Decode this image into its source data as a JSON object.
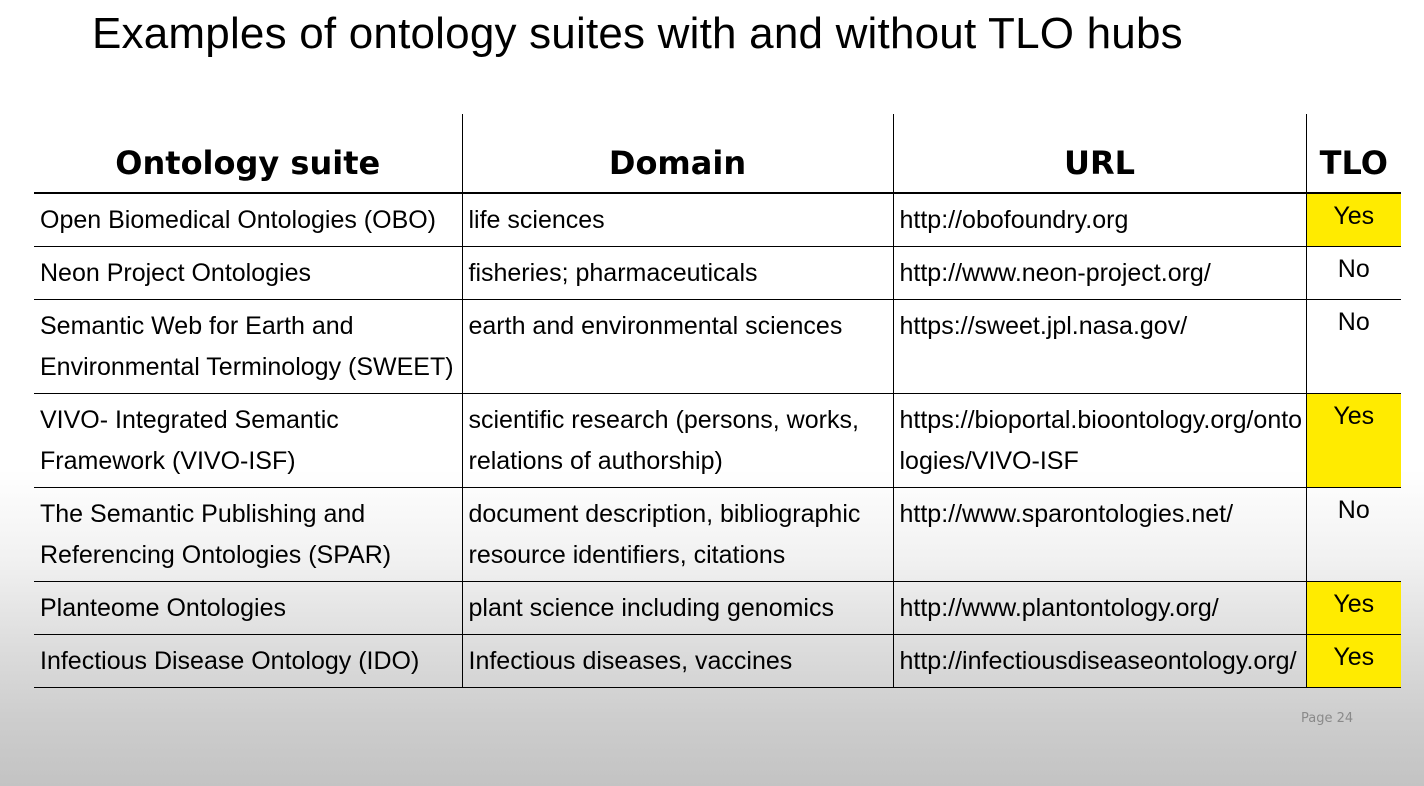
{
  "title": "Examples of ontology suites with and without TLO hubs",
  "table": {
    "headers": [
      "Ontology suite",
      "Domain",
      "URL",
      "TLO"
    ],
    "rows": [
      {
        "suite": [
          "Open Biomedical Ontologies (OBO)"
        ],
        "domain": [
          "life sciences"
        ],
        "url": [
          "http://obofoundry.org"
        ],
        "tlo": "Yes"
      },
      {
        "suite": [
          "Neon Project Ontologies"
        ],
        "domain": [
          "fisheries; pharmaceuticals"
        ],
        "url": [
          "http://www.neon-project.org/"
        ],
        "tlo": "No"
      },
      {
        "suite": [
          "Semantic Web for Earth and",
          "Environmental Terminology (SWEET)"
        ],
        "domain": [
          "earth and environmental sciences"
        ],
        "url": [
          "https://sweet.jpl.nasa.gov/"
        ],
        "tlo": "No"
      },
      {
        "suite": [
          "VIVO- Integrated Semantic",
          "Framework (VIVO-ISF)"
        ],
        "domain": [
          "scientific research (persons, works,",
          "relations of authorship)"
        ],
        "url": [
          "https://bioportal.bioontology.org/onto",
          "logies/VIVO-ISF"
        ],
        "tlo": "Yes"
      },
      {
        "suite": [
          "The Semantic Publishing and",
          "Referencing Ontologies (SPAR)"
        ],
        "domain": [
          "document description, bibliographic",
          "resource identifiers, citations"
        ],
        "url": [
          "http://www.sparontologies.net/"
        ],
        "tlo": "No"
      },
      {
        "suite": [
          "Planteome Ontologies"
        ],
        "domain": [
          "plant science including genomics"
        ],
        "url": [
          "http://www.plantontology.org/"
        ],
        "tlo": "Yes"
      },
      {
        "suite": [
          "Infectious Disease Ontology (IDO)"
        ],
        "domain": [
          "Infectious diseases, vaccines"
        ],
        "url": [
          "http://infectiousdiseaseontology.org/"
        ],
        "tlo": "Yes"
      }
    ]
  },
  "page_label": "Page 24",
  "colors": {
    "highlight_yes": "#ffeb00"
  }
}
